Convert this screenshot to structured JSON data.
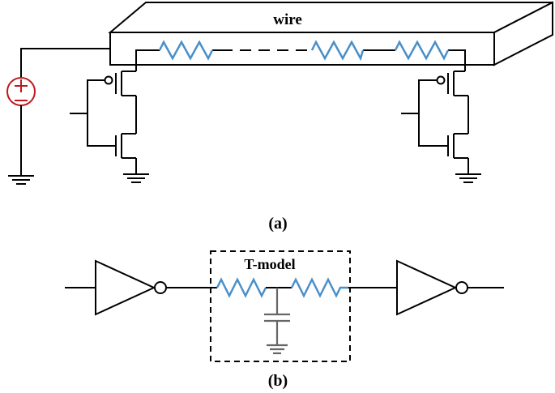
{
  "diagram": {
    "wire_label": "wire",
    "caption_a": "(a)",
    "caption_b": "(b)",
    "model_label": "T-model",
    "source_plus": "+",
    "source_minus": "−",
    "colors": {
      "resistor": "#4a8fc9",
      "source": "#c0171d",
      "capacitor": "#666666",
      "line": "#000000"
    }
  }
}
